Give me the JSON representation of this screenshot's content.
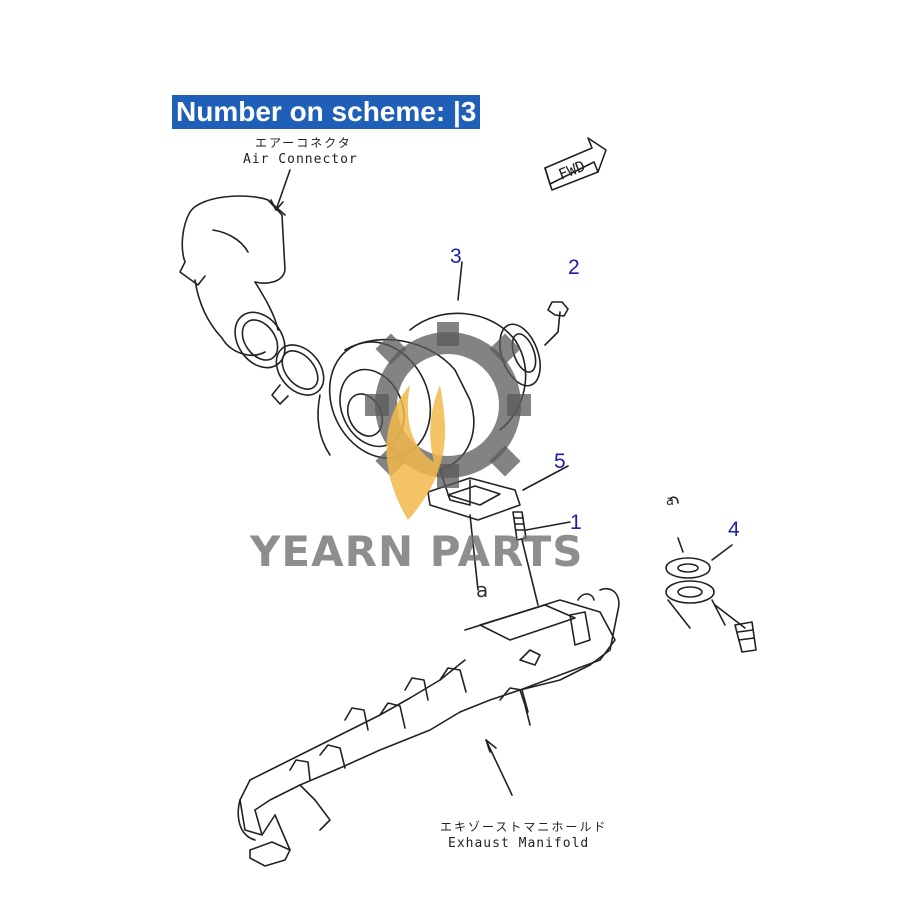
{
  "header": {
    "scheme_label": "Number on scheme: |3"
  },
  "labels": {
    "air_connector_jp": "エアーコネクタ",
    "air_connector_en": "Air Connector",
    "exhaust_manifold_jp": "エキゾーストマニホールド",
    "exhaust_manifold_en": "Exhaust Manifold",
    "fwd": "FWD"
  },
  "callouts": [
    {
      "id": "1",
      "text": "1"
    },
    {
      "id": "2",
      "text": "2"
    },
    {
      "id": "3",
      "text": "3"
    },
    {
      "id": "4",
      "text": "4"
    },
    {
      "id": "5",
      "text": "5"
    }
  ],
  "refs": {
    "a_main": "a",
    "a_small": "a"
  },
  "watermark": {
    "text": "YEARN PARTS",
    "logo": "gear-flame-logo"
  },
  "colors": {
    "banner": "#1f5fb8",
    "callout": "#1b1fa8",
    "line": "#222222",
    "watermark": "#6e6e6e",
    "flame": "#f2b84a"
  }
}
